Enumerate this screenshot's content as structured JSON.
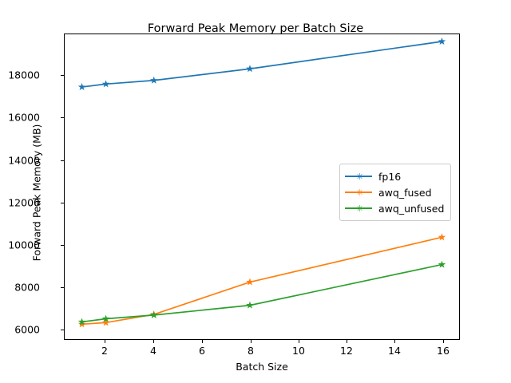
{
  "chart_data": {
    "type": "line",
    "title": "Forward Peak Memory per Batch Size",
    "xlabel": "Batch Size",
    "ylabel": "Forward Peak Memory (MB)",
    "x": [
      1,
      2,
      4,
      8,
      16
    ],
    "xlim": [
      0.25,
      16.75
    ],
    "ylim": [
      5640,
      19100
    ],
    "xticks": [
      2,
      4,
      6,
      8,
      10,
      12,
      14,
      16
    ],
    "yticks": [
      6000,
      8000,
      10000,
      12000,
      14000,
      16000,
      18000
    ],
    "grid": false,
    "legend_position": "center right",
    "marker": "star",
    "series": [
      {
        "name": "fp16",
        "color": "#1f77b4",
        "values": [
          16750,
          16880,
          17040,
          17550,
          18750
        ]
      },
      {
        "name": "awq_fused",
        "color": "#ff7f0e",
        "values": [
          6330,
          6400,
          6760,
          8180,
          10150
        ]
      },
      {
        "name": "awq_unfused",
        "color": "#2ca02c",
        "values": [
          6430,
          6570,
          6730,
          7160,
          8950
        ]
      }
    ]
  }
}
